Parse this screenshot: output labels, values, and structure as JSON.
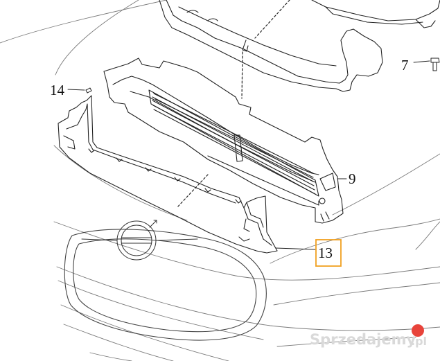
{
  "diagram": {
    "callouts": [
      {
        "id": "part-7",
        "label": "7"
      },
      {
        "id": "part-14",
        "label": "14"
      },
      {
        "id": "part-9",
        "label": "9"
      },
      {
        "id": "part-13",
        "label": "13",
        "highlighted": true
      }
    ],
    "highlight_color": "#f0a020",
    "line_color": "#222222"
  },
  "watermark": {
    "text": "Sprzedajemy",
    "suffix": ".pl",
    "badge_color": "#e8433a"
  }
}
